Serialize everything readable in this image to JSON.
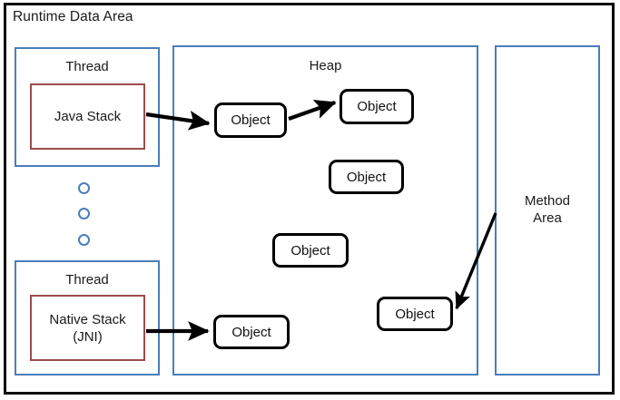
{
  "diagram": {
    "title": "Runtime Data Area",
    "outer_frame_color": "#0d0d0d",
    "container_border_color": "#4a7ebb",
    "stack_border_color": "#9e4b4b",
    "arrow_color": "#000000"
  },
  "threads": [
    {
      "caption": "Thread",
      "stack_label": "Java Stack",
      "stack_sublabel": ""
    },
    {
      "caption": "Thread",
      "stack_label": "Native Stack",
      "stack_sublabel": "(JNI)"
    }
  ],
  "ellipsis": {
    "count": 3,
    "shape": "circle-outline"
  },
  "heap": {
    "caption": "Heap",
    "objects": [
      {
        "id": "obj-1",
        "label": "Object"
      },
      {
        "id": "obj-2",
        "label": "Object"
      },
      {
        "id": "obj-3",
        "label": "Object"
      },
      {
        "id": "obj-4",
        "label": "Object"
      },
      {
        "id": "obj-5",
        "label": "Object"
      },
      {
        "id": "obj-6",
        "label": "Object"
      }
    ]
  },
  "method_area": {
    "label_line1": "Method",
    "label_line2": "Area"
  },
  "arrows": [
    {
      "id": "arrow-java-stack-to-obj1",
      "from": "Java Stack",
      "to": "Object"
    },
    {
      "id": "arrow-obj1-to-obj2",
      "from": "Object",
      "to": "Object"
    },
    {
      "id": "arrow-method-area-to-obj5",
      "from": "Method Area",
      "to": "Object"
    },
    {
      "id": "arrow-native-stack-to-obj6",
      "from": "Native Stack",
      "to": "Object"
    }
  ]
}
